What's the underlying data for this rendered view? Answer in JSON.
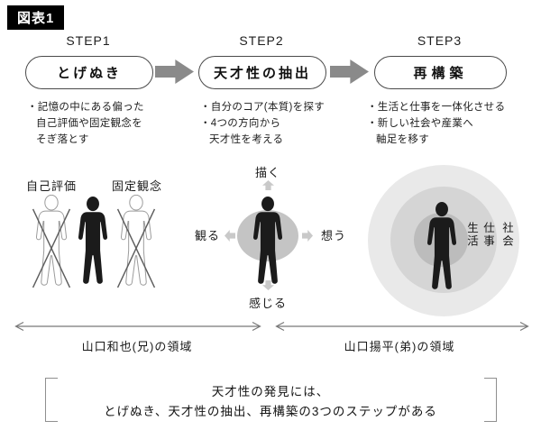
{
  "figure_label": "図表1",
  "steps": [
    {
      "step": "STEP1",
      "title": "とげぬき",
      "bullets": [
        "・記憶の中にある偏った",
        "自己評価や固定観念を",
        "そぎ落とす"
      ]
    },
    {
      "step": "STEP2",
      "title": "天才性の抽出",
      "bullets": [
        "・自分のコア(本質)を探す",
        "・4つの方向から",
        "天才性を考える"
      ]
    },
    {
      "step": "STEP3",
      "title": "再構築",
      "bullets": [
        "・生活と仕事を一体化させる",
        "・新しい社会や産業へ",
        "軸足を移す"
      ]
    }
  ],
  "illustration": {
    "left": {
      "labels": [
        "自己評価",
        "固定観念"
      ]
    },
    "center": {
      "directions": {
        "top": "描く",
        "left": "観る",
        "right": "想う",
        "bottom": "感じる"
      }
    },
    "right": {
      "rings": [
        "生活",
        "仕事",
        "社会"
      ]
    }
  },
  "domains": [
    {
      "label": "山口和也(兄)の領域"
    },
    {
      "label": "山口揚平(弟)の領域"
    }
  ],
  "conclusion": {
    "line1": "天才性の発見には、",
    "line2": "とげぬき、天才性の抽出、再構築の3つのステップがある"
  },
  "colors": {
    "silhouette": "#1b1b1b",
    "step_arrow": "#8a8a8a",
    "direction_arrow": "#c9c9c9",
    "ring_outer": "#e9e9e9",
    "ring_middle": "#d5d5d5",
    "ring_inner": "#bcbcbc",
    "title_chip_bg": "#000000"
  }
}
